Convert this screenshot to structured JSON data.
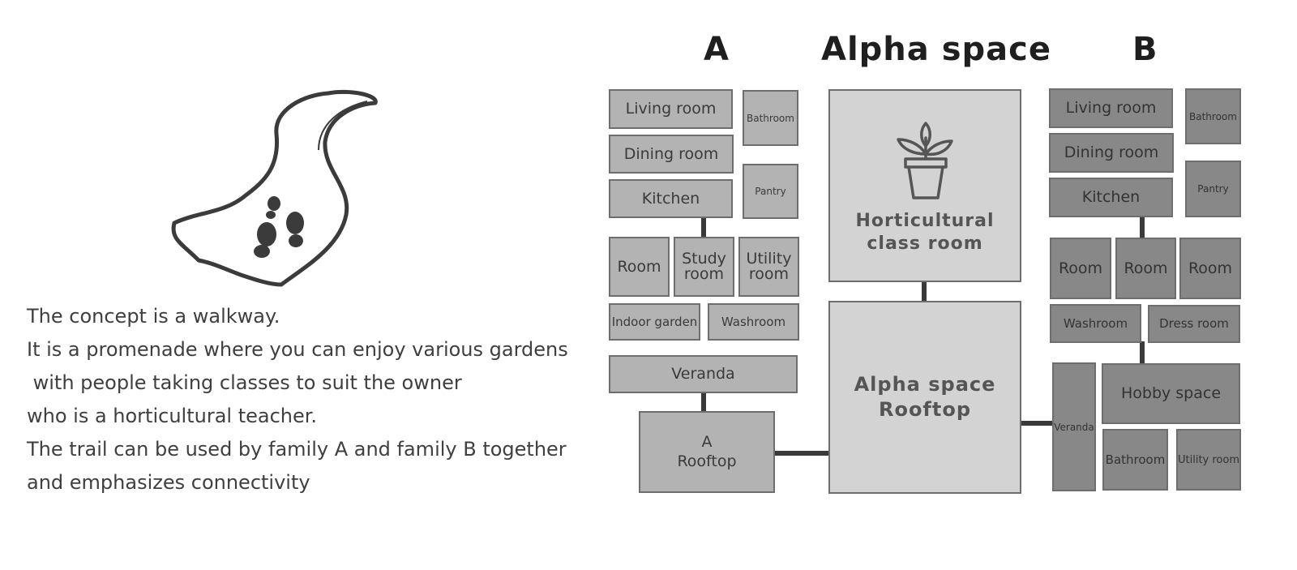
{
  "concept_text": [
    "The concept is a walkway.",
    "It is a promenade where you can enjoy various gardens",
    " with people taking classes to suit the owner",
    "who is a horticultural teacher.",
    "The trail can be used by family A and family B together",
    "and emphasizes connectivity"
  ],
  "headers": {
    "a": "A",
    "alpha": "Alpha space",
    "b": "B"
  },
  "family_a": {
    "living_room": "Living room",
    "bathroom": "Bathroom",
    "dining_room": "Dining room",
    "pantry": "Pantry",
    "kitchen": "Kitchen",
    "room": "Room",
    "study_room": "Study\nroom",
    "utility_room": "Utility\nroom",
    "indoor_garden": "Indoor garden",
    "washroom": "Washroom",
    "veranda": "Veranda",
    "rooftop": "A\nRooftop"
  },
  "alpha_space": {
    "horticultural_class_room": "Horticultural\nclass room",
    "rooftop": "Alpha space\nRooftop",
    "icon": "potted-plant-icon"
  },
  "family_b": {
    "living_room": "Living room",
    "bathroom_top": "Bathroom",
    "dining_room": "Dining room",
    "pantry": "Pantry",
    "kitchen": "Kitchen",
    "room_1": "Room",
    "room_2": "Room",
    "room_3": "Room",
    "washroom": "Washroom",
    "dress_room": "Dress room",
    "veranda": "Veranda",
    "hobby_space": "Hobby space",
    "bathroom_bottom": "Bathroom",
    "utility_room": "Utility room"
  },
  "colors": {
    "family_a_fill": "#b3b3b3",
    "family_b_fill": "#888888",
    "alpha_fill": "#d3d3d3",
    "border": "#6e6e6e",
    "connector": "#3a3a3a"
  }
}
